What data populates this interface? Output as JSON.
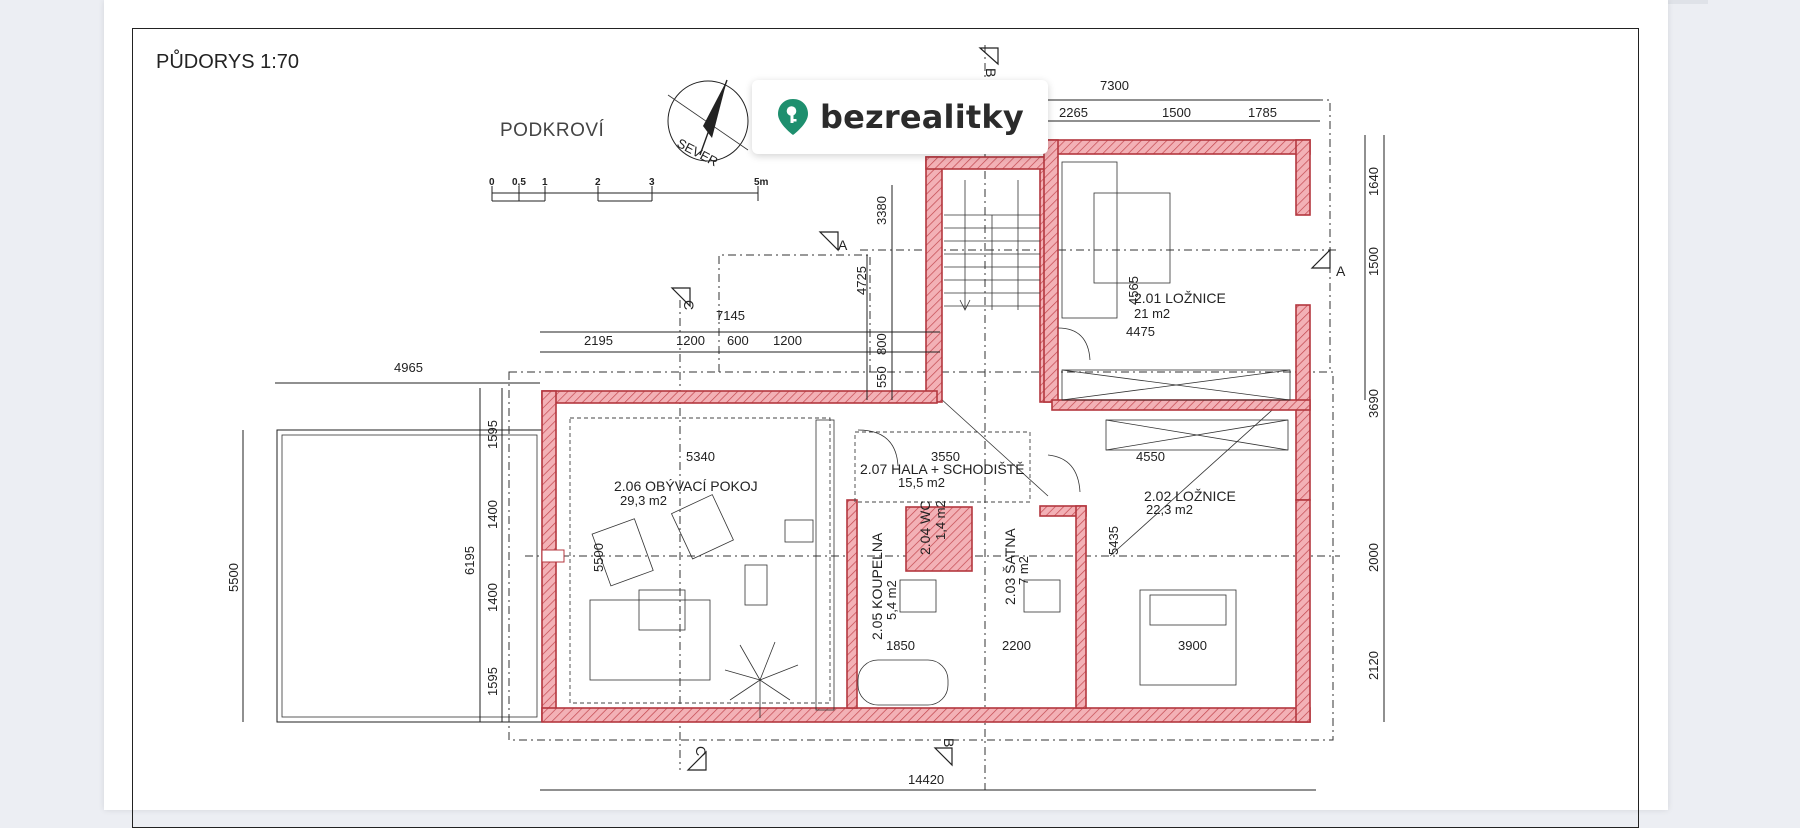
{
  "drawing": {
    "title": "PŮDORYS 1:70",
    "floor_name": "PODKROVÍ",
    "compass_label": "SEVER",
    "scale_bar": [
      "0",
      "0,5",
      "1",
      "2",
      "3",
      "5m"
    ],
    "section_marks": [
      "A",
      "A",
      "B",
      "B",
      "C",
      "C"
    ],
    "rooms": [
      {
        "name": "2.01 LOŽNICE",
        "area": "21 m2"
      },
      {
        "name": "2.02 LOŽNICE",
        "area": "22,3 m2"
      },
      {
        "name": "2.03 ŠATNA",
        "area": "7 m2"
      },
      {
        "name": "2.04 WC",
        "area": "1,4 m2"
      },
      {
        "name": "2.05 KOUPELNA",
        "area": "5,4 m2"
      },
      {
        "name": "2.06 OBÝVACÍ POKOJ",
        "area": "29,3 m2"
      },
      {
        "name": "2.07 HALA + SCHODIŠTĚ",
        "area": "15,5 m2"
      }
    ],
    "dimensions": {
      "top_total": "7300",
      "top_parts": [
        "2265",
        "1500",
        "1785"
      ],
      "stair_width": "3380",
      "stair_len": "4725",
      "right_parts": [
        "1640",
        "1500",
        "3690",
        "2000",
        "2120"
      ],
      "mid_total": "7145",
      "mid_parts": [
        "2195",
        "1200",
        "600",
        "1200"
      ],
      "terrace_width": "4965",
      "terrace_height": "5500",
      "left_total": "6195",
      "left_parts": [
        "1595",
        "1400",
        "1400",
        "1595"
      ],
      "small_vertical": [
        "800",
        "550"
      ],
      "bottom_total": "14420",
      "interior": [
        "5340",
        "5500",
        "3550",
        "4550",
        "4475",
        "4565",
        "5435",
        "1850",
        "2200",
        "3900"
      ]
    }
  },
  "logo": {
    "text": "bezrealitky",
    "color": "#1e8f6e"
  }
}
